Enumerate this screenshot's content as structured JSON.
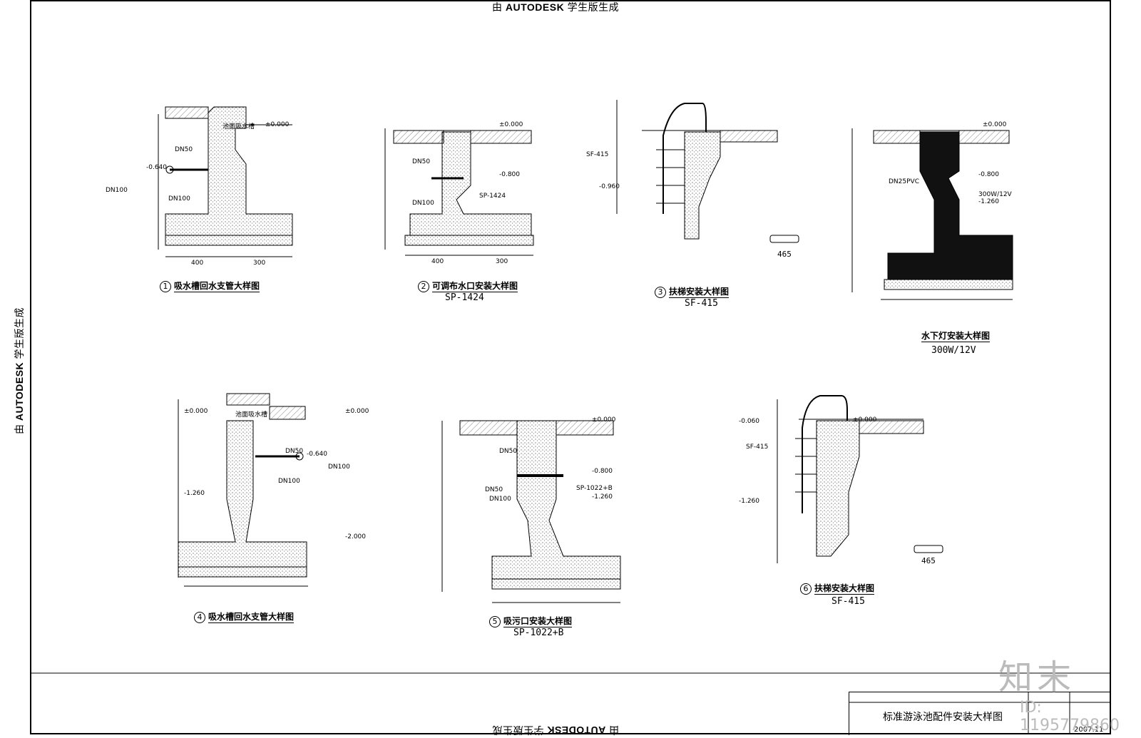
{
  "stamp": {
    "prefix": "由",
    "brand": "AUTODESK",
    "suffix": "学生版生成"
  },
  "details": [
    {
      "num": "1",
      "title": "吸水槽回水支管大样图",
      "sub": "",
      "labels": {
        "pipe_a": "DN50",
        "pipe_b": "DN100",
        "pipe_c": "DN100",
        "level": "-0.640",
        "zero": "±0.000",
        "slot": "池面吸水槽",
        "dim1": "400",
        "dim2": "300"
      }
    },
    {
      "num": "2",
      "title": "可调布水口安装大样图",
      "sub": "SP-1424",
      "labels": {
        "pipe_a": "DN50",
        "pipe_b": "DN100",
        "level": "-0.800",
        "zero": "±0.000",
        "tag": "SP-1424",
        "dim1": "400",
        "dim2": "300"
      }
    },
    {
      "num": "3",
      "title": "扶梯安装大样图",
      "sub": "SF-415",
      "labels": {
        "tag": "SF-415",
        "level": "-0.960",
        "dim": "465"
      }
    },
    {
      "num": "",
      "title": "水下灯安装大样图",
      "sub": "300W/12V",
      "labels": {
        "zero": "±0.000",
        "level1": "-0.800",
        "level2": "-1.260",
        "pipe": "DN25PVC",
        "lamp": "300W/12V"
      }
    },
    {
      "num": "4",
      "title": "吸水槽回水支管大样图",
      "sub": "",
      "labels": {
        "pipe_a": "DN50",
        "pipe_b": "DN100",
        "pipe_c": "DN100",
        "zero1": "±0.000",
        "zero2": "±0.000",
        "level1": "-0.640",
        "level2": "-1.260",
        "level3": "-2.000",
        "slot": "池面吸水槽"
      }
    },
    {
      "num": "5",
      "title": "吸污口安装大样图",
      "sub": "SP-1022+B",
      "labels": {
        "pipe_a": "DN50",
        "pipe_b": "DN50",
        "pipe_c": "DN100",
        "zero": "±0.000",
        "level1": "-0.800",
        "level2": "-1.260",
        "tag": "SP-1022+B"
      }
    },
    {
      "num": "6",
      "title": "扶梯安装大样图",
      "sub": "SF-415",
      "labels": {
        "tag": "SF-415",
        "level1": "-0.060",
        "level2": "-1.260",
        "zero": "±0.000",
        "dim": "465"
      }
    }
  ],
  "titleblock": {
    "sheet_title": "标准游泳池配件安装大样图",
    "date": "2007.11"
  },
  "watermark": {
    "logo": "知末",
    "id": "ID: 1195779860"
  },
  "colors": {
    "line": "#000000",
    "hatch": "#555555",
    "fill_dark": "#111111"
  }
}
